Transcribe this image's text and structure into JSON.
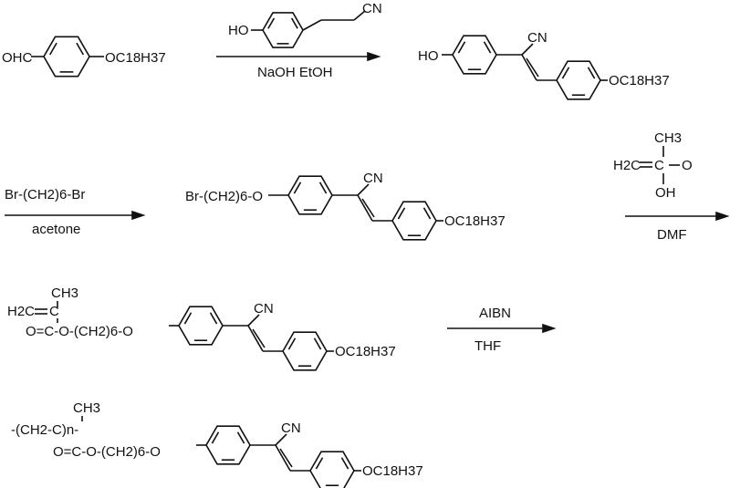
{
  "title": "Synthesis scheme of side-chain stilbene methacrylate polymer",
  "step1": {
    "reactant": {
      "left": "OHC",
      "right": "OC18H37"
    },
    "reagent": {
      "left": "HO",
      "group": "CN"
    },
    "conditions": "NaOH EtOH",
    "product": {
      "left": "HO",
      "group": "CN",
      "right": "OC18H37"
    }
  },
  "step2": {
    "reagent": "Br-(CH2)6-Br",
    "conditions": "acetone",
    "product": {
      "left": "Br-(CH2)6-O",
      "group": "CN",
      "right": "OC18H37"
    }
  },
  "step3": {
    "reagent": {
      "methyl": "CH3",
      "vinyl": "H2C",
      "carbonyl": "O",
      "hydroxyl": "OH"
    },
    "conditions": "DMF",
    "product": {
      "methyl": "CH3",
      "vinyl": "H2C",
      "ester": "O=C-O-(CH2)6-O",
      "group": "CN",
      "right": "OC18H37"
    }
  },
  "step4": {
    "conditions_top": "AIBN",
    "conditions_bottom": "THF",
    "product": {
      "backbone": "-(CH2-C)n-",
      "methyl": "CH3",
      "ester": "O=C-O-(CH2)6-O",
      "group": "CN",
      "right": "OC18H37"
    }
  }
}
